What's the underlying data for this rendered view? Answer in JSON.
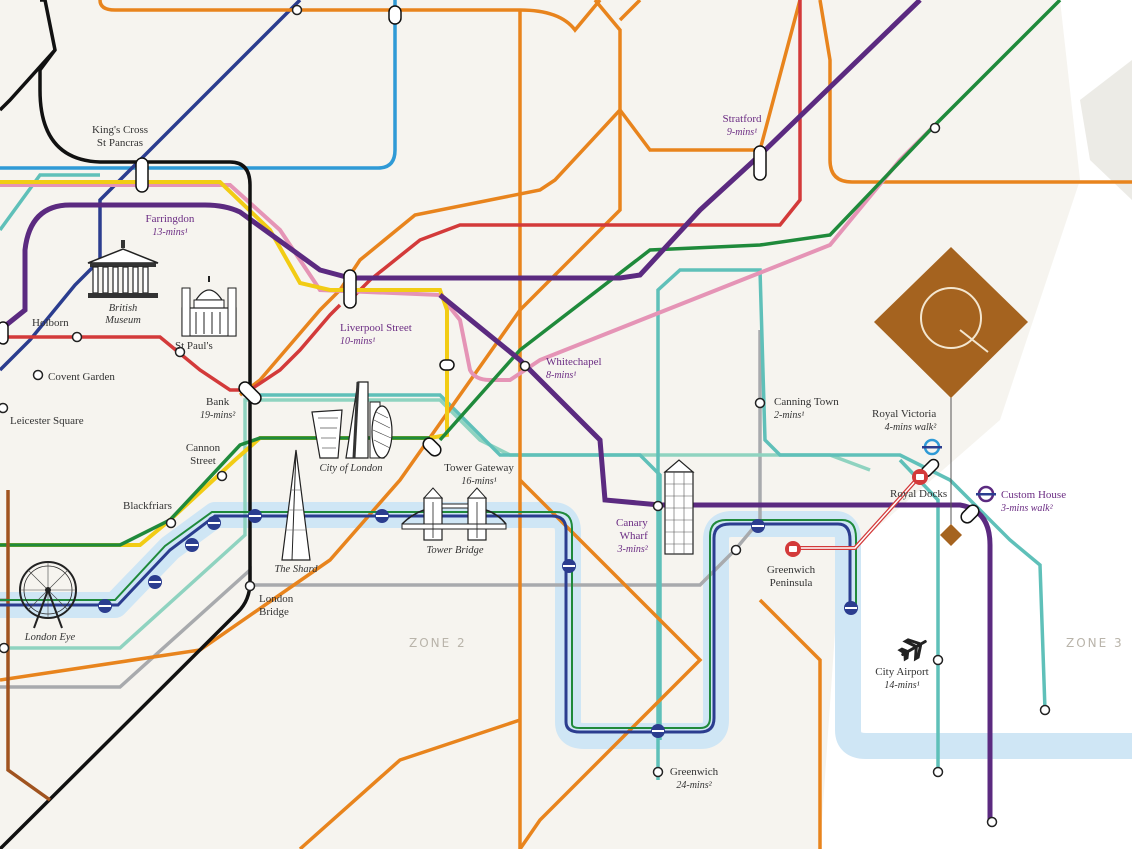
{
  "zones": {
    "zone2": "ZONE 2",
    "zone3": "ZONE 3"
  },
  "brand": {
    "mark_letter": "Q",
    "color": "#a5631f"
  },
  "colors": {
    "purple": "#5b2a80",
    "green": "#1f8a3b",
    "orange": "#e8841d",
    "red": "#d33a3a",
    "yellow": "#f2cc14",
    "pink": "#e594b6",
    "teal": "#5fc0b9",
    "blue": "#2f9ad6",
    "navy": "#2b3d8f",
    "black": "#111111",
    "grey": "#a8aaad",
    "brown": "#a0531f",
    "river": "#cfe6f5",
    "mint": "#8fd3c0"
  },
  "stations": {
    "kings_cross": {
      "name": "King's Cross",
      "line2": "St Pancras"
    },
    "farringdon": {
      "name": "Farringdon",
      "time": "13-mins¹"
    },
    "holborn": {
      "name": "Holborn"
    },
    "covent_garden": {
      "name": "Covent Garden"
    },
    "leicester_square": {
      "name": "Leicester Square"
    },
    "st_pauls": {
      "name": "St Paul's"
    },
    "bank": {
      "name": "Bank",
      "time": "19-mins²"
    },
    "cannon_street": {
      "name": "Cannon",
      "line2": "Street"
    },
    "blackfriars": {
      "name": "Blackfriars"
    },
    "london_bridge": {
      "name": "London",
      "line2": "Bridge"
    },
    "liverpool_street": {
      "name": "Liverpool Street",
      "time": "10-mins¹"
    },
    "whitechapel": {
      "name": "Whitechapel",
      "time": "8-mins¹"
    },
    "tower_gateway": {
      "name": "Tower Gateway",
      "time": "16-mins¹"
    },
    "stratford": {
      "name": "Stratford",
      "time": "9-mins¹"
    },
    "canning_town": {
      "name": "Canning Town",
      "time": "2-mins¹"
    },
    "royal_victoria": {
      "name": "Royal Victoria",
      "time": "4-mins walk²"
    },
    "royal_docks": {
      "name": "Royal Docks"
    },
    "custom_house": {
      "name": "Custom House",
      "time": "3-mins walk²"
    },
    "canary_wharf": {
      "name": "Canary",
      "line2": "Wharf",
      "time": "3-mins²"
    },
    "greenwich_peninsula": {
      "name": "Greenwich",
      "line2": "Peninsula"
    },
    "city_airport": {
      "name": "City Airport",
      "time": "14-mins¹"
    },
    "greenwich": {
      "name": "Greenwich",
      "time": "24-mins²"
    }
  },
  "landmarks": {
    "british_museum": {
      "line1": "British",
      "line2": "Museum"
    },
    "city_of_london": {
      "name": "City of London"
    },
    "the_shard": {
      "name": "The Shard"
    },
    "tower_bridge": {
      "name": "Tower Bridge"
    },
    "london_eye": {
      "name": "London Eye"
    }
  }
}
